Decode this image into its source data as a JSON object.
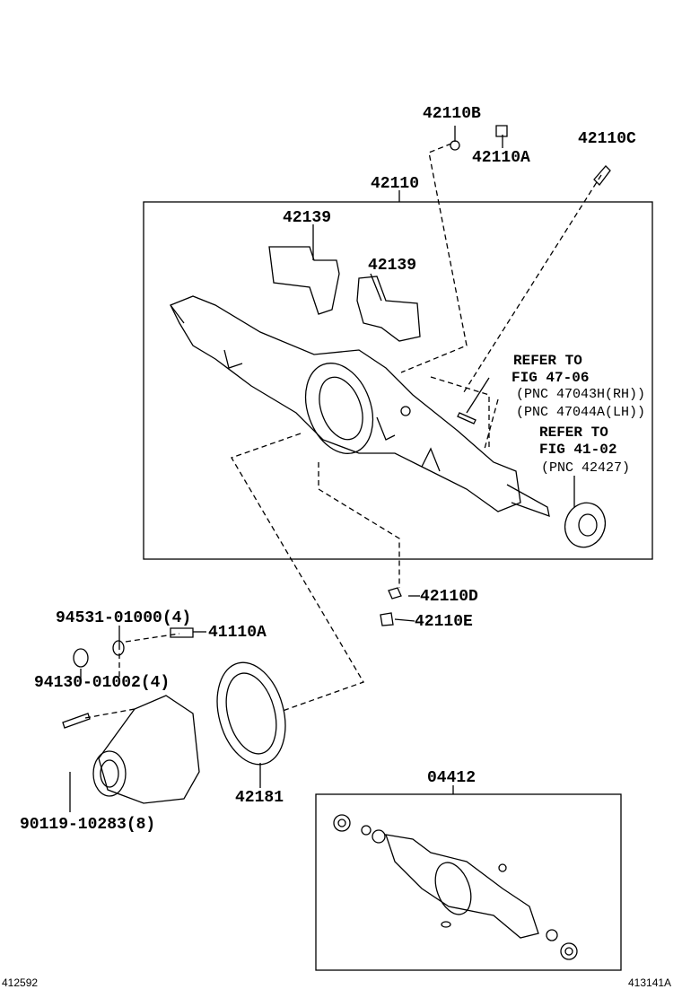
{
  "parts": {
    "p42110B": "42110B",
    "p42110A": "42110A",
    "p42110C": "42110C",
    "p42110": "42110",
    "p42139_left": "42139",
    "p42139_right": "42139",
    "p42110D": "42110D",
    "p42110E": "42110E",
    "p94531": "94531-01000(4)",
    "p41110A": "41110A",
    "p94130": "94130-01002(4)",
    "p90119": "90119-10283(8)",
    "p42181": "42181",
    "p04412": "04412"
  },
  "references": {
    "ref1_line1": "REFER TO",
    "ref1_line2": "FIG 47-06",
    "ref1_line3": "(PNC 47043H(RH))",
    "ref1_line4": "(PNC 47044A(LH))",
    "ref2_line1": "REFER TO",
    "ref2_line2": "FIG 41-02",
    "ref2_line3": "(PNC 42427)"
  },
  "footer": {
    "left_code": "412592",
    "right_code": "413141A"
  }
}
